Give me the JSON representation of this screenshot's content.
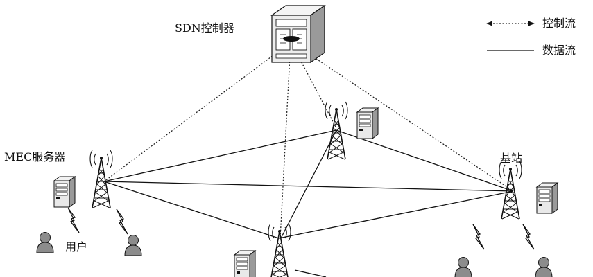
{
  "labels": {
    "sdn_controller": "SDN控制器",
    "mec_server": "MEC服务器",
    "base_station": "基站",
    "user": "用户"
  },
  "legend": {
    "control_flow": "控制流",
    "data_flow": "数据流"
  },
  "colors": {
    "line": "#111111",
    "server_face": "#e9e9e9",
    "server_side": "#9a9a9a",
    "user_icon": "#8c8c8c"
  },
  "icons": [
    "sdn-controller-icon",
    "server-icon",
    "tower-icon",
    "user-icon",
    "lightning-icon"
  ]
}
